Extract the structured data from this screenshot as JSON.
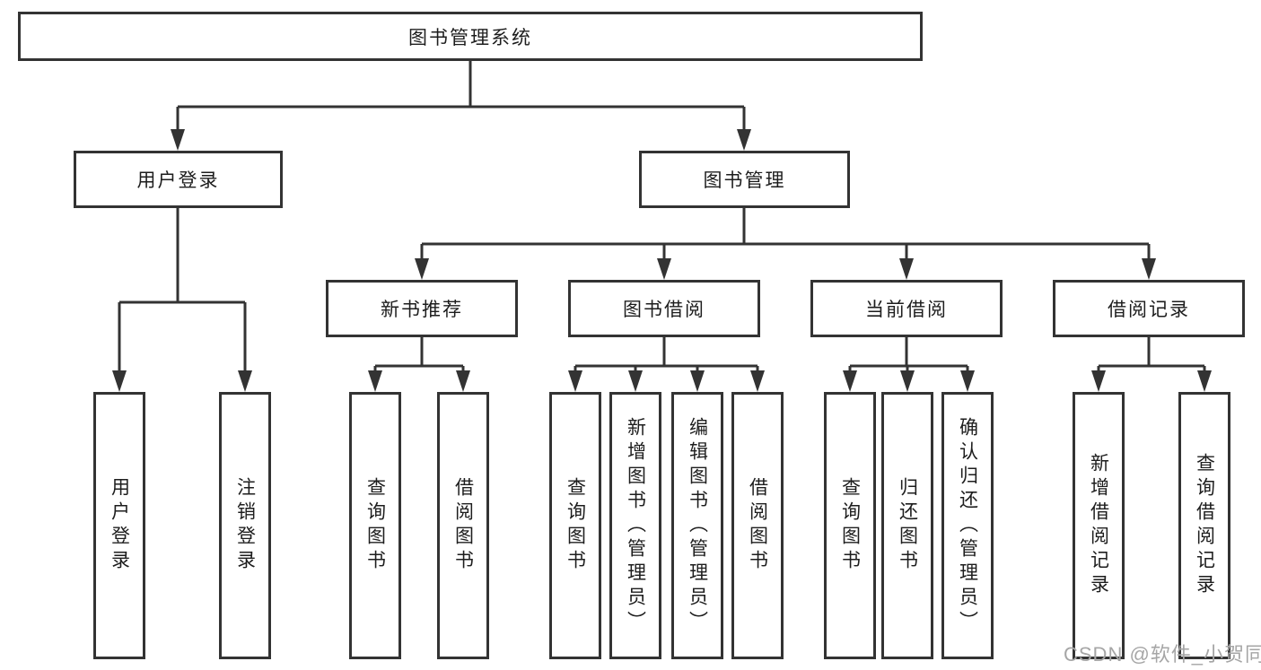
{
  "colors": {
    "line": "#333333",
    "text": "#1d1d1d",
    "watermark": "#a6a6a6",
    "background": "#ffffff"
  },
  "watermark": {
    "text": "CSDN @软件_小贺同学"
  },
  "diagram": {
    "type": "hierarchy",
    "root": {
      "label": "图书管理系统",
      "children": [
        {
          "label": "用户登录",
          "children": [
            {
              "label": "用户登录"
            },
            {
              "label": "注销登录"
            }
          ]
        },
        {
          "label": "图书管理",
          "children": [
            {
              "label": "新书推荐",
              "children": [
                {
                  "label": "查询图书"
                },
                {
                  "label": "借阅图书"
                }
              ]
            },
            {
              "label": "图书借阅",
              "children": [
                {
                  "label": "查询图书"
                },
                {
                  "label": "新增图书（管理员）"
                },
                {
                  "label": "编辑图书（管理员）"
                },
                {
                  "label": "借阅图书"
                }
              ]
            },
            {
              "label": "当前借阅",
              "children": [
                {
                  "label": "查询图书"
                },
                {
                  "label": "归还图书"
                },
                {
                  "label": "确认归还（管理员）"
                }
              ]
            },
            {
              "label": "借阅记录",
              "children": [
                {
                  "label": "新增借阅记录"
                },
                {
                  "label": "查询借阅记录"
                }
              ]
            }
          ]
        }
      ]
    }
  }
}
